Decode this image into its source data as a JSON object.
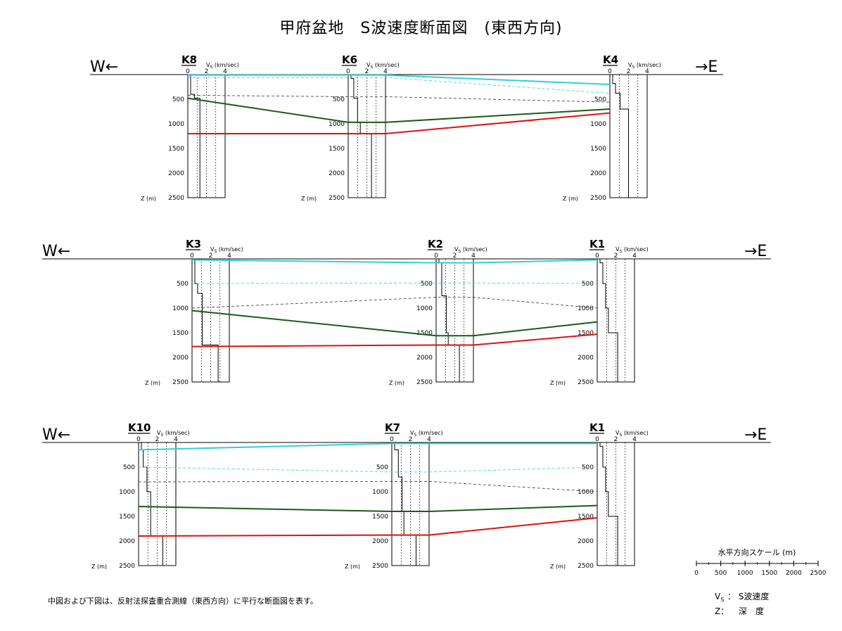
{
  "title": "甲府盆地　S波速度断面図　(東西方向)",
  "direction_labels": {
    "west": "W←",
    "east": "→E"
  },
  "axis_units": {
    "vs_label": "V",
    "vs_sub": "S",
    "vs_unit": "(km/sec)",
    "z_label": "Z (m)"
  },
  "vs_ticks": [
    "0",
    "2",
    "4"
  ],
  "depth_ticks": [
    "0",
    "500",
    "1000",
    "1500",
    "2000",
    "2500"
  ],
  "colors": {
    "surface": "#000000",
    "cyan_layer": "#2fd0d8",
    "cyan_dashed": "#2fd0d8",
    "black_dashed": "#333333",
    "green_layer": "#1a5c1a",
    "red_layer": "#dd1111",
    "profile": "#000000"
  },
  "panels": [
    {
      "stations": [
        {
          "name": "K8",
          "profile": [
            [
              0,
              0.3
            ],
            [
              400,
              0.3
            ],
            [
              400,
              0.7
            ],
            [
              480,
              0.7
            ],
            [
              480,
              1.3
            ],
            [
              2500,
              1.3
            ]
          ],
          "boundaries": {
            "cyan": 10,
            "cyan_dash": 60,
            "black_dash": 420,
            "green": 480,
            "red": 1200
          }
        },
        {
          "name": "K6",
          "profile": [
            [
              0,
              0.3
            ],
            [
              80,
              0.3
            ],
            [
              80,
              0.6
            ],
            [
              480,
              0.6
            ],
            [
              480,
              1.0
            ],
            [
              970,
              1.0
            ],
            [
              970,
              1.3
            ],
            [
              1200,
              1.3
            ],
            [
              1200,
              2.5
            ],
            [
              2500,
              2.5
            ]
          ],
          "boundaries": {
            "cyan": 10,
            "cyan_dash": 60,
            "black_dash": 450,
            "green": 970,
            "red": 1200
          }
        },
        {
          "name": "K4",
          "profile": [
            [
              0,
              0.3
            ],
            [
              180,
              0.3
            ],
            [
              180,
              0.6
            ],
            [
              380,
              0.6
            ],
            [
              380,
              1.1
            ],
            [
              700,
              1.1
            ],
            [
              700,
              2.0
            ],
            [
              2500,
              2.0
            ]
          ],
          "boundaries": {
            "cyan": 200,
            "cyan_dash": 380,
            "black_dash": 560,
            "green": 700,
            "red": 780
          }
        }
      ]
    },
    {
      "stations": [
        {
          "name": "K3",
          "profile": [
            [
              0,
              0.3
            ],
            [
              500,
              0.3
            ],
            [
              500,
              0.6
            ],
            [
              700,
              0.6
            ],
            [
              700,
              1.1
            ],
            [
              1750,
              1.1
            ],
            [
              1750,
              2.8
            ],
            [
              2500,
              2.8
            ]
          ],
          "boundaries": {
            "cyan": 20,
            "cyan_dash": 500,
            "black_dash": 1000,
            "green": 1050,
            "red": 1780
          }
        },
        {
          "name": "K2",
          "profile": [
            [
              0,
              0.3
            ],
            [
              80,
              0.3
            ],
            [
              80,
              0.6
            ],
            [
              750,
              0.6
            ],
            [
              750,
              1.1
            ],
            [
              1500,
              1.1
            ],
            [
              1500,
              1.3
            ],
            [
              1750,
              1.3
            ],
            [
              1750,
              2.5
            ],
            [
              2500,
              2.5
            ]
          ],
          "boundaries": {
            "cyan": 80,
            "cyan_dash": 490,
            "black_dash": 780,
            "green": 1560,
            "red": 1750
          }
        },
        {
          "name": "K1",
          "profile": [
            [
              0,
              0.3
            ],
            [
              80,
              0.3
            ],
            [
              80,
              0.6
            ],
            [
              500,
              0.6
            ],
            [
              500,
              0.9
            ],
            [
              1000,
              0.9
            ],
            [
              1000,
              1.2
            ],
            [
              1500,
              1.2
            ],
            [
              1500,
              2.2
            ],
            [
              2500,
              2.2
            ]
          ],
          "boundaries": {
            "cyan": 20,
            "cyan_dash": 500,
            "black_dash": 1000,
            "green": 1280,
            "red": 1530
          }
        }
      ]
    },
    {
      "stations": [
        {
          "name": "K10",
          "profile": [
            [
              0,
              0.3
            ],
            [
              150,
              0.3
            ],
            [
              150,
              0.5
            ],
            [
              500,
              0.5
            ],
            [
              500,
              0.9
            ],
            [
              1000,
              0.9
            ],
            [
              1000,
              1.3
            ],
            [
              1900,
              1.3
            ],
            [
              1900,
              2.6
            ],
            [
              2500,
              2.6
            ]
          ],
          "boundaries": {
            "cyan": 150,
            "cyan_dash": 500,
            "black_dash": 800,
            "green": 1300,
            "red": 1900
          }
        },
        {
          "name": "K7",
          "profile": [
            [
              0,
              0.3
            ],
            [
              150,
              0.3
            ],
            [
              150,
              0.7
            ],
            [
              700,
              0.7
            ],
            [
              700,
              1.1
            ],
            [
              1400,
              1.1
            ],
            [
              1400,
              1.3
            ],
            [
              1880,
              1.3
            ],
            [
              1880,
              2.6
            ],
            [
              2500,
              2.6
            ]
          ],
          "boundaries": {
            "cyan": 20,
            "cyan_dash": 600,
            "black_dash": 790,
            "green": 1400,
            "red": 1880
          }
        },
        {
          "name": "K1",
          "profile": [
            [
              0,
              0.3
            ],
            [
              80,
              0.3
            ],
            [
              80,
              0.6
            ],
            [
              500,
              0.6
            ],
            [
              500,
              0.9
            ],
            [
              1000,
              0.9
            ],
            [
              1000,
              1.2
            ],
            [
              1500,
              1.2
            ],
            [
              1500,
              2.2
            ],
            [
              2500,
              2.2
            ]
          ],
          "boundaries": {
            "cyan": 20,
            "cyan_dash": 500,
            "black_dash": 1000,
            "green": 1280,
            "red": 1530
          }
        }
      ]
    }
  ],
  "scale_bar": {
    "label": "水平方向スケール (m)",
    "ticks": [
      "0",
      "500",
      "1000",
      "1500",
      "2000",
      "2500"
    ]
  },
  "legend": {
    "vs_symbol": "V",
    "vs_sub": "S",
    "vs_desc": "： S波速度",
    "z_symbol": "Z：",
    "z_desc": "深　度"
  },
  "footnote": "中図および下図は、反射法探査重合測線（東西方向）に平行な断面図を表す。"
}
